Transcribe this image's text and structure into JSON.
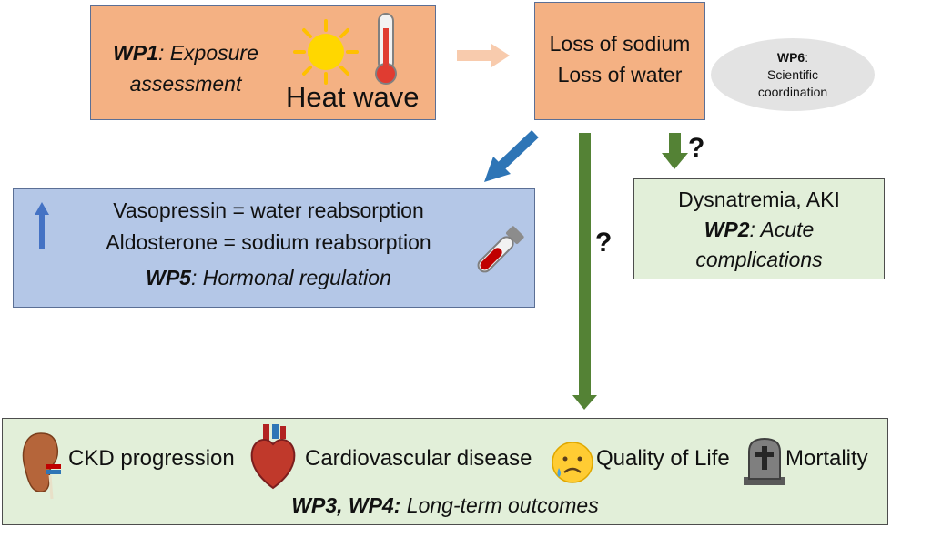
{
  "wp1": {
    "label_bold": "WP1",
    "label_rest": ": Exposure assessment",
    "heat_wave": "Heat wave"
  },
  "loss": {
    "line1": "Loss of sodium",
    "line2": "Loss of water"
  },
  "wp6": {
    "label_bold": "WP6",
    "colon": ":",
    "line2": "Scientific",
    "line3": "coordination"
  },
  "wp5": {
    "line1": "Vasopressin = water reabsorption",
    "line2": "Aldosterone = sodium reabsorption",
    "label_bold": "WP5",
    "label_rest": ": Hormonal regulation"
  },
  "wp2": {
    "line1": "Dysnatremia, AKI",
    "label_bold": "WP2",
    "label_rest": ": Acute",
    "line3": "complications"
  },
  "wp34": {
    "outcomes": [
      "CKD progression",
      "Cardiovascular disease",
      "Quality of Life",
      "Mortality"
    ],
    "label_bold": "WP3, WP4:",
    "label_rest": " Long-term outcomes"
  },
  "question_mark": "?",
  "icons": [
    "sun-icon",
    "thermometer-icon",
    "blood-tube-icon",
    "up-arrow-icon",
    "kidney-icon",
    "heart-icon",
    "sad-face-icon",
    "gravestone-icon"
  ],
  "colors": {
    "orange_box": "#f4b183",
    "blue_box": "#b4c7e7",
    "green_box": "#e2efd9",
    "green_arrow": "#548235",
    "blue_arrow": "#2e75b6",
    "light_arrow": "#f8cbad",
    "ellipse": "#e3e3e3"
  }
}
